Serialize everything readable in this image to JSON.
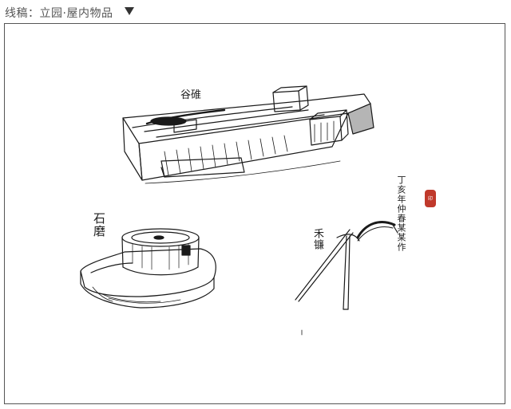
{
  "header": {
    "title": "线稿：立园·屋内物品",
    "arrow_icon": "triangle-down-icon"
  },
  "sketch": {
    "label_pounder": "谷碓",
    "label_millstone": "石磨",
    "label_hoe": "禾镰",
    "signature_text": "丁亥年仲春某某作",
    "seal_color": "#c0392b"
  }
}
